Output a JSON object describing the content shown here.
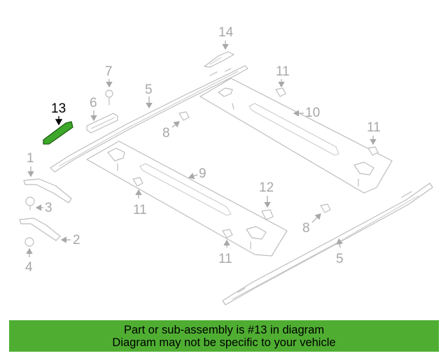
{
  "callouts": {
    "c1": "1",
    "c2": "2",
    "c3": "3",
    "c4": "4",
    "c5a": "5",
    "c5b": "5",
    "c6": "6",
    "c7": "7",
    "c8a": "8",
    "c8b": "8",
    "c9": "9",
    "c10": "10",
    "c11a": "11",
    "c11b": "11",
    "c11c": "11",
    "c11d": "11",
    "c12": "12",
    "c13": "13",
    "c14": "14"
  },
  "highlight": {
    "part": "13",
    "color": "#4fae32"
  },
  "banner": {
    "line1": "Part or sub-assembly is #13 in diagram",
    "line2": "Diagram may not be specific to your vehicle"
  }
}
